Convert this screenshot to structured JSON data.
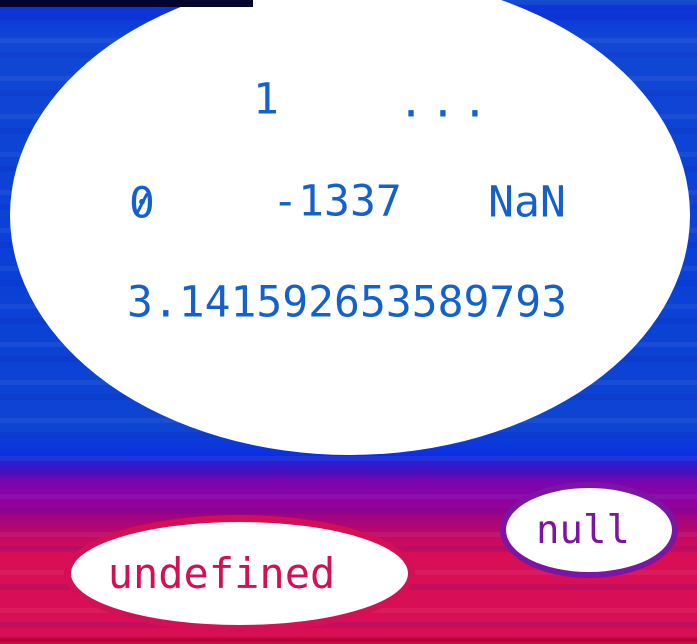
{
  "numbers_oval": {
    "values": {
      "one": "1",
      "ellipsis": "...",
      "zero": "0",
      "negative": "-1337",
      "nan": "NaN",
      "pi": "3.141592653589793"
    }
  },
  "undefined_oval": {
    "label": "undefined"
  },
  "null_oval": {
    "label": "null"
  },
  "colors": {
    "number_text": "#1461cd",
    "undefined_text": "#d30f56",
    "null_text": "#7c15a5",
    "oval_fill": "#ffffff",
    "background_blue": "#0a40d6",
    "background_purple": "#8c01a4",
    "background_crimson": "#d90f55",
    "top_strip": "#04042e"
  }
}
